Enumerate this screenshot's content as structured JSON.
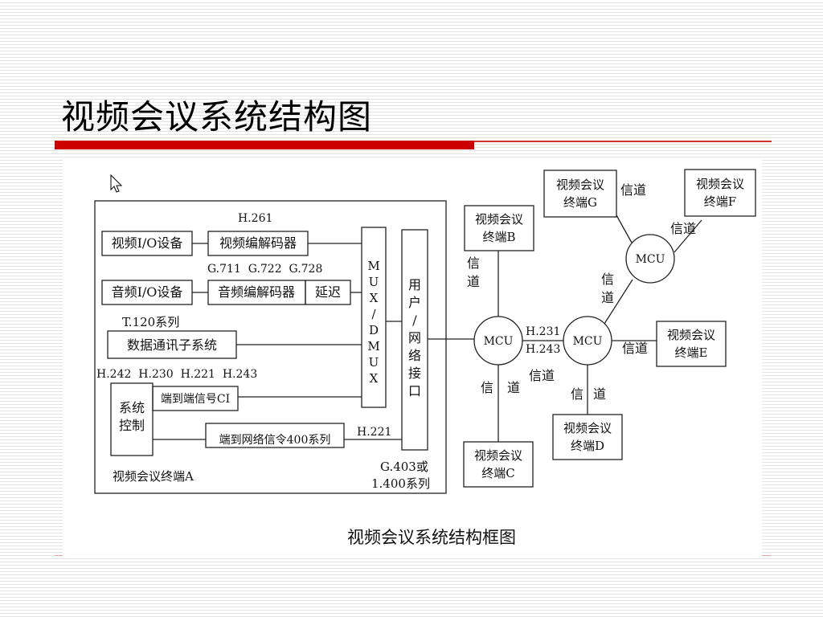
{
  "slide": {
    "title": "视频会议系统结构图"
  },
  "diagram": {
    "caption": "视频会议系统结构框图",
    "terminal_a": {
      "label": "视频会议终端A",
      "video_io": "视频I/O设备",
      "video_codec": "视频编解码器",
      "h261": "H.261",
      "audio_std": "G.711  G.722  G.728",
      "audio_io": "音频I/O设备",
      "audio_codec": "音频编解码器",
      "delay": "延迟",
      "t120": "T.120系列",
      "data_comm": "数据通讯子系统",
      "sys_ctrl_std": "H.242  H.230  H.221  H.243",
      "sys_ctrl_l1": "系统",
      "sys_ctrl_l2": "控制",
      "ci": "端到端信号CI",
      "net_signal": "端到网络信令400系列",
      "h221": "H.221",
      "mux_chars": [
        "M",
        "U",
        "X",
        "/",
        "D",
        "M",
        "U",
        "X"
      ],
      "user_net_chars": [
        "用",
        "户",
        "/",
        "网",
        "络",
        "接",
        "口"
      ],
      "g403_l1": "G.403或",
      "g403_l2": "1.400系列"
    },
    "network": {
      "mcu_label": "MCU",
      "channel": "信道",
      "ch_1": "信",
      "ch_2": "道",
      "h231": "H.231",
      "h243": "H.243",
      "terminal_prefix": "视频会议",
      "terminal_b": "终端B",
      "terminal_c": "终端C",
      "terminal_d": "终端D",
      "terminal_e": "终端E",
      "terminal_f": "终端F",
      "terminal_g": "终端G"
    }
  }
}
